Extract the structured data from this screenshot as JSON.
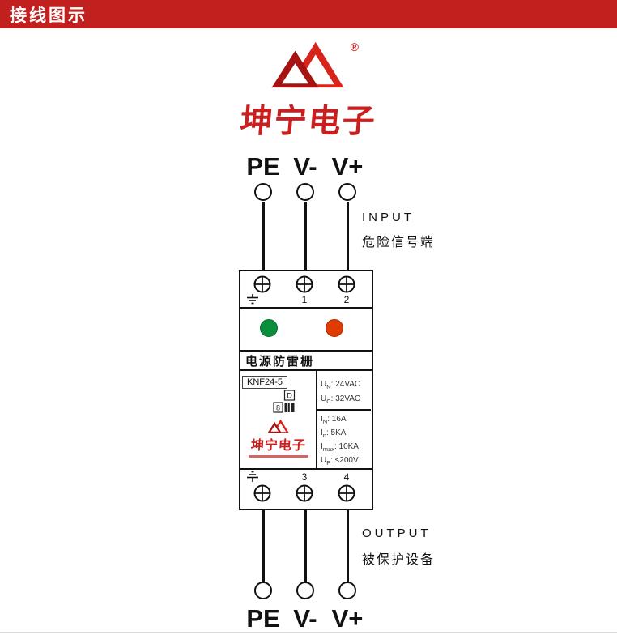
{
  "banner": {
    "title": "接线图示"
  },
  "brand": {
    "name": "坤宁电子",
    "registered": "®"
  },
  "annotations": {
    "input_title": "INPUT",
    "input_subtitle": "危险信号端",
    "output_title": "OUTPUT",
    "output_subtitle": "被保护设备"
  },
  "terminals": {
    "top_labels": [
      "PE",
      "V-",
      "V+"
    ],
    "bottom_labels": [
      "PE",
      "V-",
      "V+"
    ],
    "top_numbers": [
      "1",
      "2"
    ],
    "bottom_numbers": [
      "3",
      "4"
    ]
  },
  "device": {
    "name": "电源防雷栅",
    "model": "KNF24-5",
    "brand_name": "坤宁电子",
    "cert_marks": {
      "d": "D",
      "n": "8"
    },
    "specs_top": [
      {
        "base": "U",
        "sub": "N",
        "rest": ": 24VAC"
      },
      {
        "base": "U",
        "sub": "C",
        "rest": ": 32VAC"
      }
    ],
    "specs_bottom": [
      {
        "base": "I",
        "sub": "N",
        "rest": ": 16A"
      },
      {
        "base": "I",
        "sub": "n",
        "rest": ": 5KA"
      },
      {
        "base": "I",
        "sub": "max",
        "rest": ": 10KA"
      },
      {
        "base": "U",
        "sub": "P",
        "rest": ": ≤200V"
      }
    ]
  },
  "colors": {
    "banner_red": "#c2201f",
    "brand_red": "#c9201f",
    "line_black": "#111111",
    "green_light": "#0a8f3c",
    "red_light": "#e03b00"
  }
}
